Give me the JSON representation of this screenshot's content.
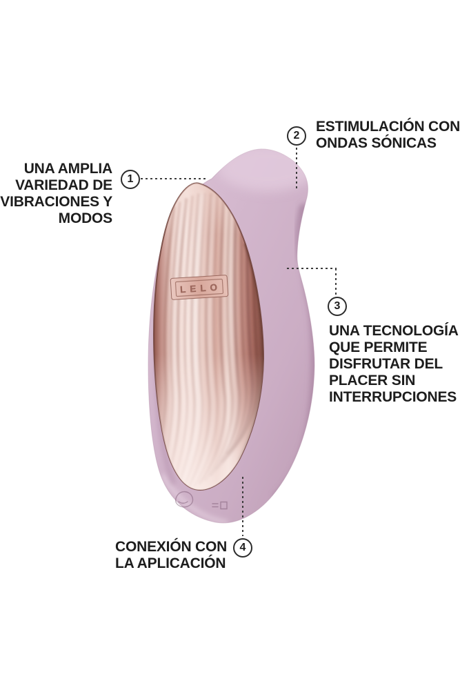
{
  "image_type": "product-feature-diagram",
  "product": {
    "brand": "LELO",
    "plate_text": "LELO",
    "body_color": "#cfb2ca",
    "metal_dark": "#8a5048",
    "metal_light": "#f7e7e2"
  },
  "colors": {
    "background": "#ffffff",
    "text": "#1d1d1d",
    "badge_border": "#2b2b2b",
    "leader_line": "#3c3c3c"
  },
  "callouts": [
    {
      "number": "1",
      "label": "UNA AMPLIA VARIEDAD DE VIBRACIONES Y MODOS",
      "lines": [
        "UNA AMPLIA",
        "VARIEDAD DE",
        "VIBRACIONES Y",
        "MODOS"
      ]
    },
    {
      "number": "2",
      "label": "ESTIMULACIÓN CON ONDAS SÓNICAS",
      "lines": [
        "ESTIMULACIÓN CON",
        "ONDAS SÓNICAS"
      ]
    },
    {
      "number": "3",
      "label": "UNA TECNOLOGÍA QUE PERMITE DISFRUTAR DEL PLACER SIN INTERRUPCIONES",
      "lines": [
        "UNA TECNOLOGÍA",
        "QUE PERMITE",
        "DISFRUTAR DEL",
        "PLACER SIN",
        "INTERRUPCIONES"
      ]
    },
    {
      "number": "4",
      "label": "CONEXIÓN CON LA APLICACIÓN",
      "lines": [
        "CONEXIÓN CON",
        "LA APLICACIÓN"
      ]
    }
  ]
}
